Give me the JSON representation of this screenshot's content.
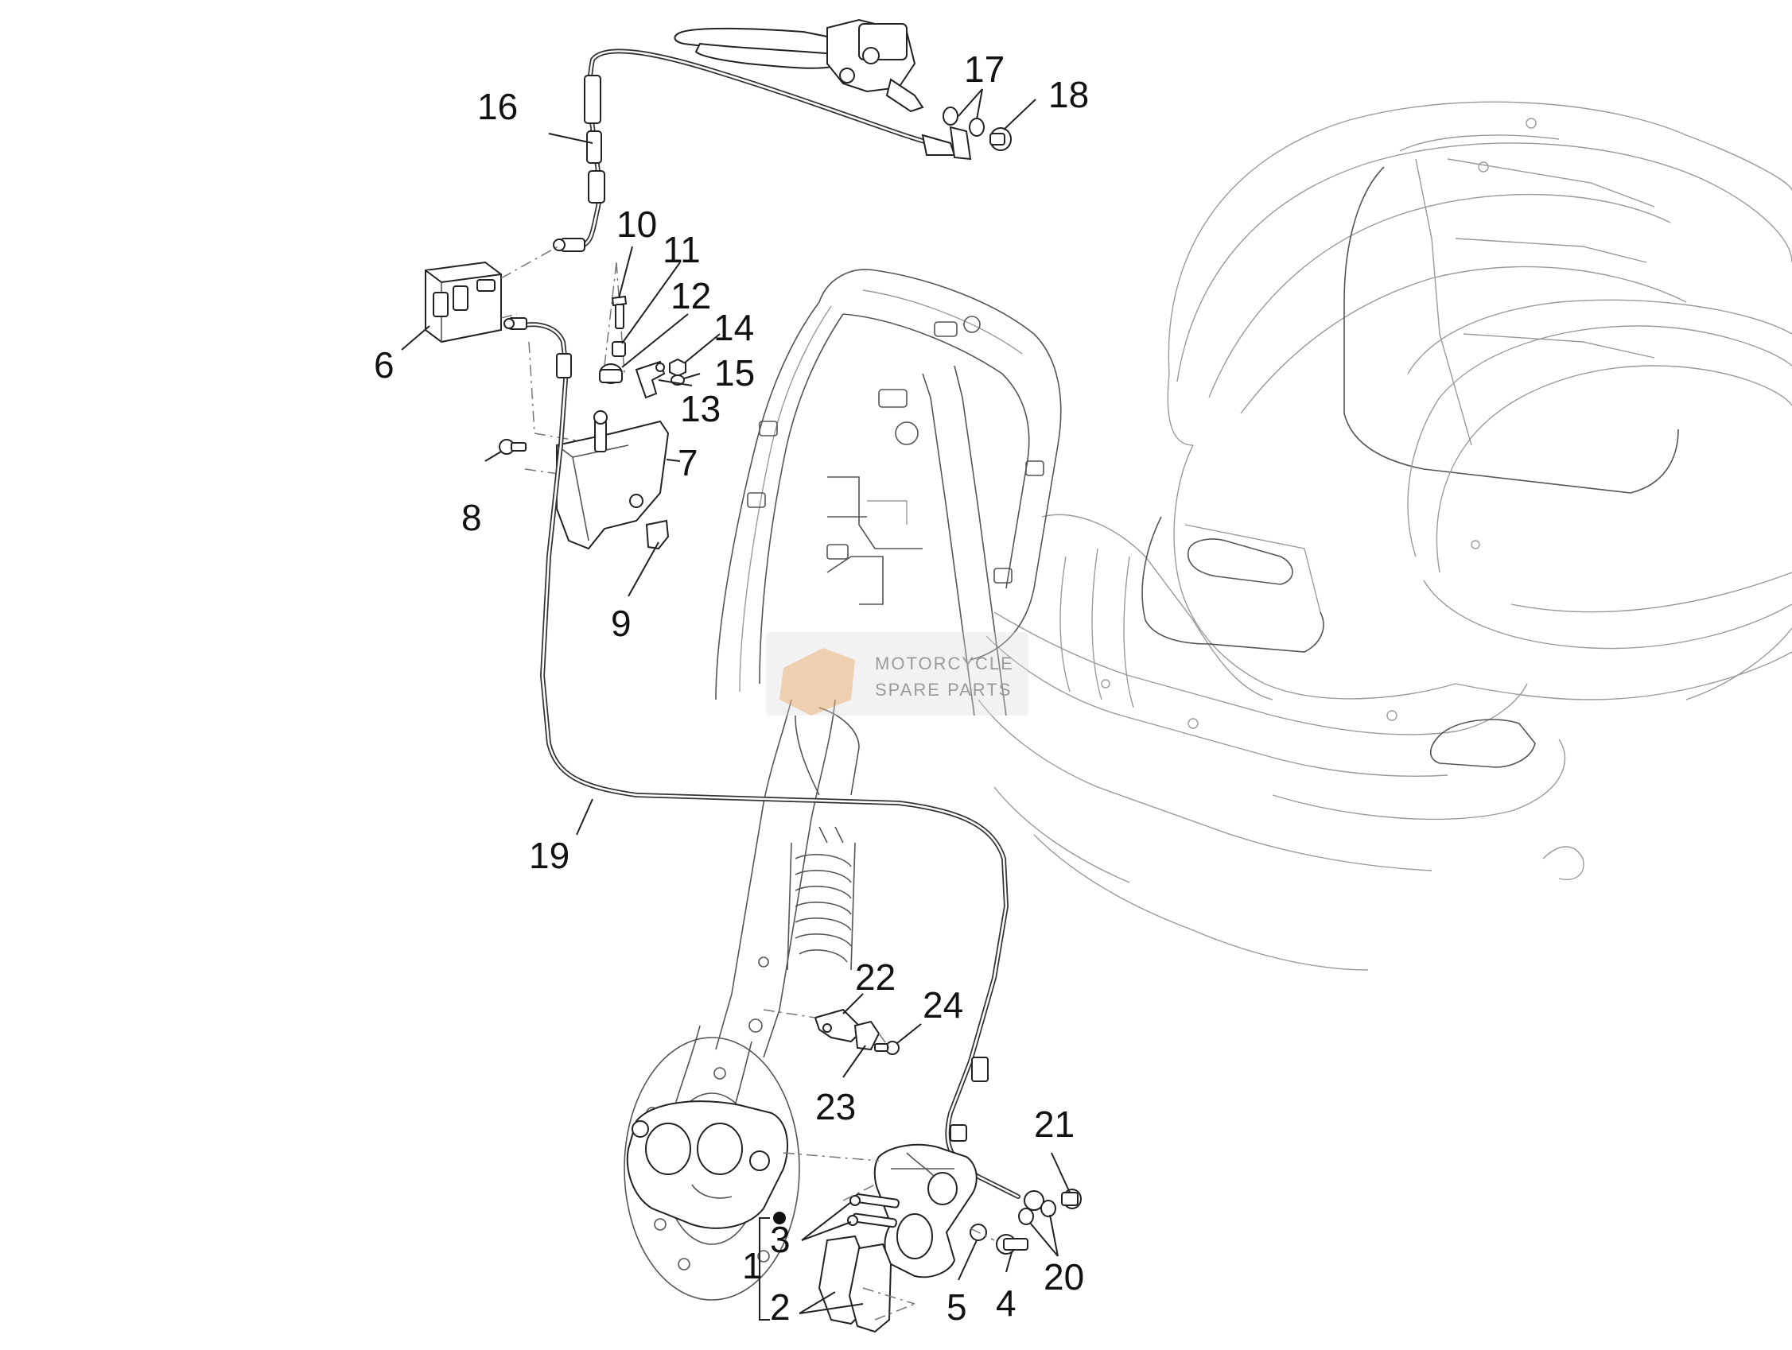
{
  "callouts": [
    {
      "id": "1",
      "text": "1"
    },
    {
      "id": "2",
      "text": "2"
    },
    {
      "id": "3",
      "text": "3"
    },
    {
      "id": "4",
      "text": "4"
    },
    {
      "id": "5",
      "text": "5"
    },
    {
      "id": "6",
      "text": "6"
    },
    {
      "id": "7",
      "text": "7"
    },
    {
      "id": "8",
      "text": "8"
    },
    {
      "id": "9",
      "text": "9"
    },
    {
      "id": "10",
      "text": "10"
    },
    {
      "id": "11",
      "text": "11"
    },
    {
      "id": "12",
      "text": "12"
    },
    {
      "id": "13",
      "text": "13"
    },
    {
      "id": "14",
      "text": "14"
    },
    {
      "id": "15",
      "text": "15"
    },
    {
      "id": "16",
      "text": "16"
    },
    {
      "id": "17",
      "text": "17"
    },
    {
      "id": "18",
      "text": "18"
    },
    {
      "id": "19",
      "text": "19"
    },
    {
      "id": "20",
      "text": "20"
    },
    {
      "id": "21",
      "text": "21"
    },
    {
      "id": "22",
      "text": "22"
    },
    {
      "id": "23",
      "text": "23"
    },
    {
      "id": "24",
      "text": "24"
    }
  ],
  "watermark": {
    "line1": "MOTORCYCLE",
    "line2": "SPARE PARTS",
    "logo": "mcp-logo-icon",
    "accent_color": "#e8913a"
  }
}
